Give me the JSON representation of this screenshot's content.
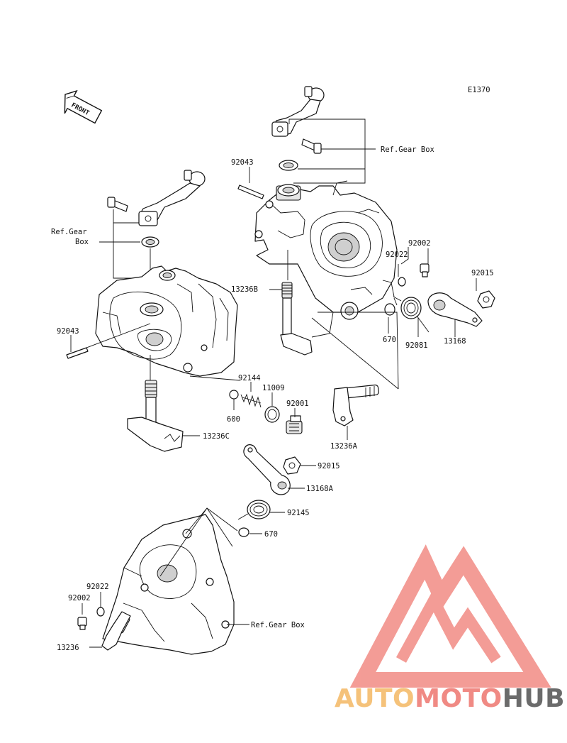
{
  "diagram_code": "E1370",
  "front_label": "FRONT",
  "part_labels": {
    "p92043_top": "92043",
    "ref_gear_box_top": "Ref.Gear Box",
    "ref_gear_box_left_1": "Ref.Gear",
    "ref_gear_box_left_2": "Box",
    "p92002_right": "92002",
    "p92022_right": "92022",
    "p92015_right": "92015",
    "p13236B": "13236B",
    "p670_right": "670",
    "p92081": "92081",
    "p13168": "13168",
    "p92043_left": "92043",
    "p92144": "92144",
    "p11009": "11009",
    "p92001": "92001",
    "p600": "600",
    "p13236C": "13236C",
    "p13236A": "13236A",
    "p92015_mid": "92015",
    "p13168A": "13168A",
    "p92145": "92145",
    "p670_mid": "670",
    "p92022_bottom": "92022",
    "p92002_bottom": "92002",
    "ref_gear_box_bottom": "Ref.Gear Box",
    "p13236": "13236"
  },
  "watermark": {
    "part1": "AUTO",
    "part2": "MOTO",
    "part3": "HUB",
    "color_auto": "#f5c27a",
    "color_moto": "#f08a84",
    "color_hub": "#6b6b6b",
    "logo_color": "#f28b84"
  }
}
